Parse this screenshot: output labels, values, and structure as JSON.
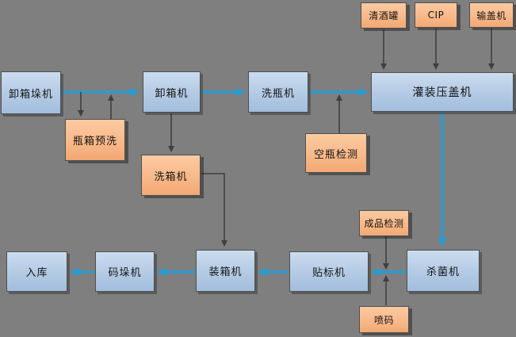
{
  "diagram": {
    "title": "bottling-line-flowchart",
    "background_color": "#7f7f7f",
    "colors": {
      "flow_arrow_blue": "#1f9ed9",
      "connector_dark": "#3f3f3f",
      "node_blue_top": "#cadcef",
      "node_blue_bottom": "#a2bedd",
      "node_orange_top": "#fccaa1",
      "node_orange_bottom": "#f2a873",
      "node_border": "#4f4f4f",
      "text": "#141414"
    },
    "nodes": [
      {
        "id": "depalletizer",
        "label": "卸箱垛机",
        "type": "blue"
      },
      {
        "id": "decrater",
        "label": "卸箱机",
        "type": "blue"
      },
      {
        "id": "bottle-washer",
        "label": "洗瓶机",
        "type": "blue"
      },
      {
        "id": "filler-capper",
        "label": "灌装压盖机",
        "type": "blue"
      },
      {
        "id": "bright-beer-tank",
        "label": "清酒罐",
        "type": "orange"
      },
      {
        "id": "cip",
        "label": "CIP",
        "type": "orange"
      },
      {
        "id": "cap-feeder",
        "label": "输盖机",
        "type": "orange"
      },
      {
        "id": "crate-prewash",
        "label": "瓶箱预洗",
        "type": "orange"
      },
      {
        "id": "crate-washer",
        "label": "洗箱机",
        "type": "orange"
      },
      {
        "id": "empty-bottle-inspect",
        "label": "空瓶检测",
        "type": "orange"
      },
      {
        "id": "warehouse",
        "label": "入库",
        "type": "blue"
      },
      {
        "id": "palletizer",
        "label": "码垛机",
        "type": "blue"
      },
      {
        "id": "case-packer",
        "label": "装箱机",
        "type": "blue"
      },
      {
        "id": "labeler",
        "label": "贴标机",
        "type": "blue"
      },
      {
        "id": "pasteurizer",
        "label": "杀菌机",
        "type": "blue"
      },
      {
        "id": "product-inspect",
        "label": "成品检测",
        "type": "orange"
      },
      {
        "id": "inkjet-coder",
        "label": "喷码",
        "type": "orange"
      }
    ]
  }
}
